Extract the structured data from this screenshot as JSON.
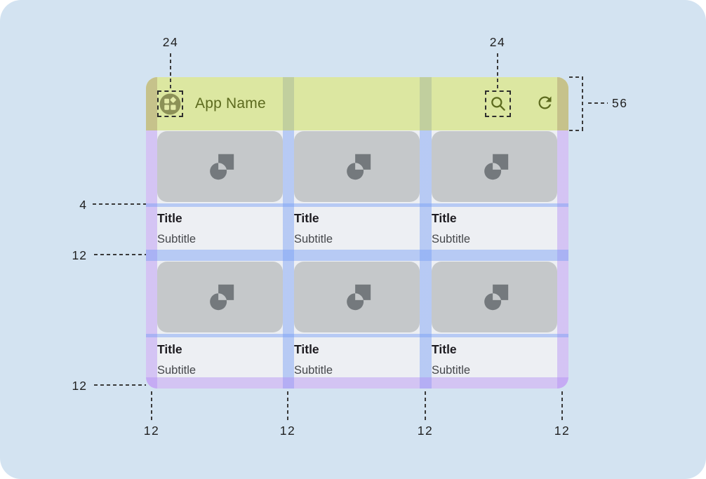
{
  "app_bar": {
    "title": "App Name",
    "nav_icon": "dashboard-icon",
    "action_icons": [
      "search-icon",
      "refresh-icon"
    ]
  },
  "cards": [
    {
      "title": "Title",
      "subtitle": "Subtitle"
    },
    {
      "title": "Title",
      "subtitle": "Subtitle"
    },
    {
      "title": "Title",
      "subtitle": "Subtitle"
    },
    {
      "title": "Title",
      "subtitle": "Subtitle"
    },
    {
      "title": "Title",
      "subtitle": "Subtitle"
    },
    {
      "title": "Title",
      "subtitle": "Subtitle"
    }
  ],
  "annotations": {
    "nav_icon_size": "24",
    "action_icon_size": "24",
    "app_bar_height": "56",
    "image_text_gap": "4",
    "row_gutter": "12",
    "bottom_margin_left": "12",
    "bottom": [
      "12",
      "12",
      "12",
      "12"
    ]
  },
  "colors": {
    "canvas": "#d3e3f1",
    "app_bar_green": "#dce7a1",
    "margin_over_bar": "#c6c28b",
    "gutter_over_bar": "#c1cf9e",
    "content_surface": "#edeff3",
    "card_placeholder": "#c5c8ca",
    "placeholder_glyph": "#74797d",
    "margin_overlay_purple": "rgba(177,136,244,0.42)",
    "gutter_overlay_blue": "rgba(118,158,246,0.45)",
    "olive_accent": "#5c6a1e",
    "title_text": "#1d1b20",
    "subtitle_text": "#45474b"
  }
}
